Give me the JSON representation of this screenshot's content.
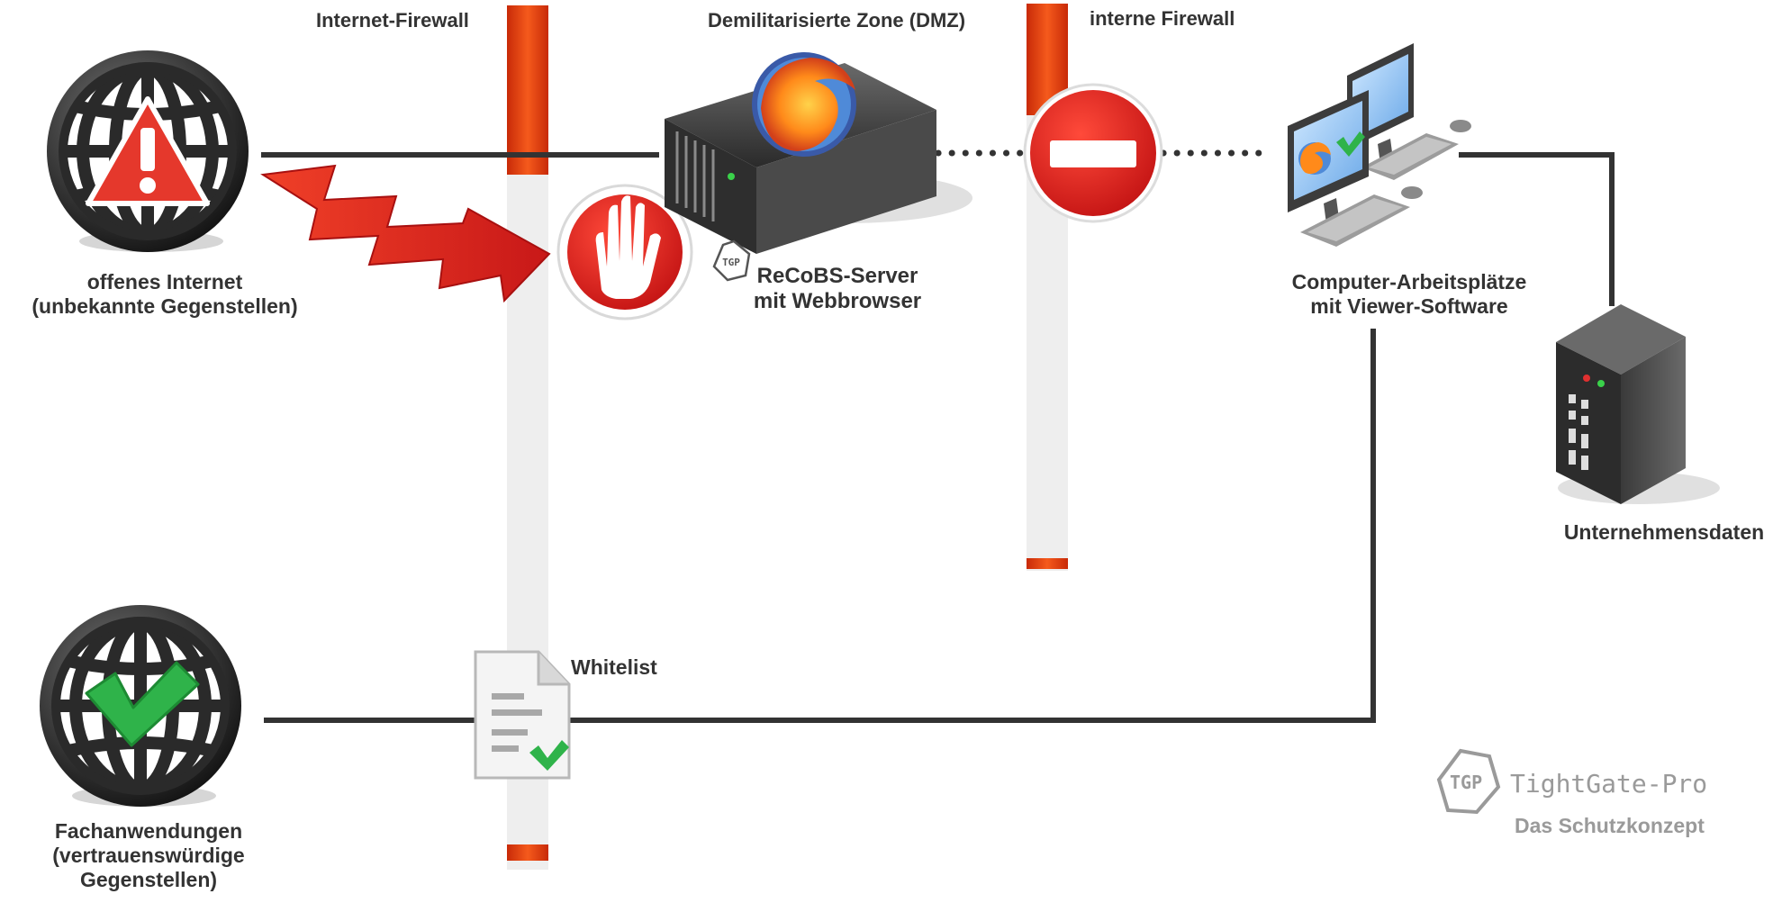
{
  "colors": {
    "firewall_red": "#e8390e",
    "firewall_pole": "#eeeeee",
    "line": "#333333",
    "label": "#333333",
    "brand_grey": "#9a9a9a",
    "check_green": "#2fb34a",
    "stop_red": "#d92020"
  },
  "zones": {
    "internet_firewall": "Internet-Firewall",
    "dmz": "Demilitarisierte Zone (DMZ)",
    "internal_firewall": "interne Firewall"
  },
  "nodes": {
    "open_internet": {
      "line1": "offenes Internet",
      "line2": "(unbekannte Gegenstellen)",
      "icon": "globe-warning-icon"
    },
    "recobs_server": {
      "line1": "ReCoBS-Server",
      "line2": "mit Webbrowser",
      "icon": "server-firefox-icon"
    },
    "workstations": {
      "line1": "Computer-Arbeitsplätze",
      "line2": "mit Viewer-Software",
      "icon": "workstation-icon"
    },
    "company_data": {
      "label": "Unternehmensdaten",
      "icon": "tower-server-icon"
    },
    "trusted_apps": {
      "line1": "Fachanwendungen",
      "line2": "(vertrauenswürdige",
      "line3": "Gegenstellen)",
      "icon": "globe-check-icon"
    },
    "whitelist": {
      "label": "Whitelist",
      "icon": "document-check-icon"
    }
  },
  "badges": {
    "small_tgp": "TGP"
  },
  "brand": {
    "logo_text": "TGP",
    "name": "TightGate-Pro",
    "tagline": "Das Schutzkonzept"
  }
}
